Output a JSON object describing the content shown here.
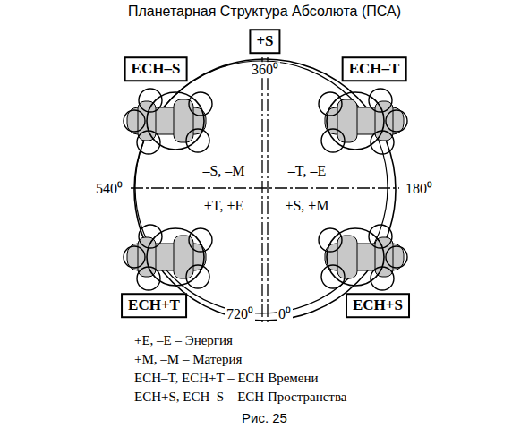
{
  "diagram": {
    "title": "Планетарная Структура Абсолюта (ПСА)",
    "caption": "Рис. 25",
    "nodes": [
      {
        "text": [
          "+S"
        ]
      },
      {
        "text": [
          "ECH–S"
        ]
      },
      {
        "text": [
          "ECH–T"
        ]
      },
      {
        "text": [
          "ECH+T"
        ]
      },
      {
        "text": [
          "ECH+S"
        ]
      }
    ],
    "labels": [
      "360⁰",
      "540⁰",
      "–S, –M",
      "–T, –E",
      "180⁰",
      "+T, +E",
      "+S, +M",
      "720⁰",
      "0⁰"
    ],
    "legend": [
      {
        "text": "+E, –E – Энергия"
      },
      {
        "text": "+M, –M – Материя"
      },
      {
        "text": "ECH–T, ECH+T – ЕСН Времени"
      },
      {
        "text": "ECH+S, ECH–S – ЕСН Пространства"
      }
    ]
  }
}
